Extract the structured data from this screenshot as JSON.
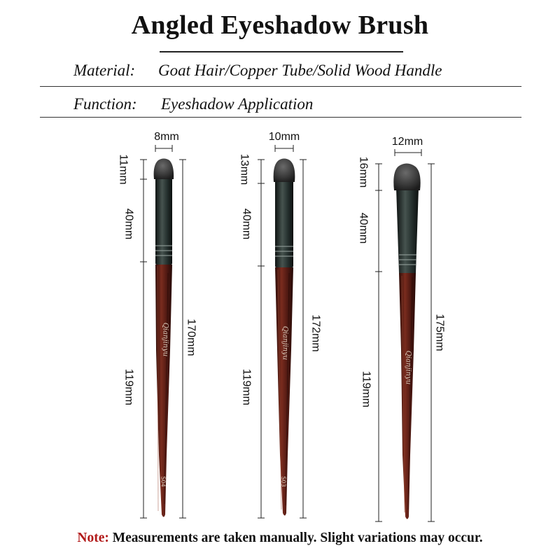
{
  "title": "Angled Eyeshadow Brush",
  "specs": [
    {
      "label": "Material:",
      "value": "Goat Hair/Copper Tube/Solid Wood Handle"
    },
    {
      "label": "Function:",
      "value": "Eyeshadow Application"
    }
  ],
  "brushes": [
    {
      "width": "8mm",
      "head": "11mm",
      "ferrule": "40mm",
      "handle": "119mm",
      "total": "170mm",
      "code": "S04",
      "logo": "Qianjinyu"
    },
    {
      "width": "10mm",
      "head": "13mm",
      "ferrule": "40mm",
      "handle": "119mm",
      "total": "172mm",
      "code": "S03",
      "logo": "Qianjinyu"
    },
    {
      "width": "12mm",
      "head": "16mm",
      "ferrule": "40mm",
      "handle": "119mm",
      "total": "175mm",
      "logo": "Qianjinyu"
    }
  ],
  "note": {
    "label": "Note:",
    "text": " Measurements are taken manually. Slight variations may occur."
  },
  "colors": {
    "wood": "#5a1d15",
    "ferrule": "#25302e",
    "hair": "#3c3c3c",
    "note_label": "#b21a1a"
  }
}
